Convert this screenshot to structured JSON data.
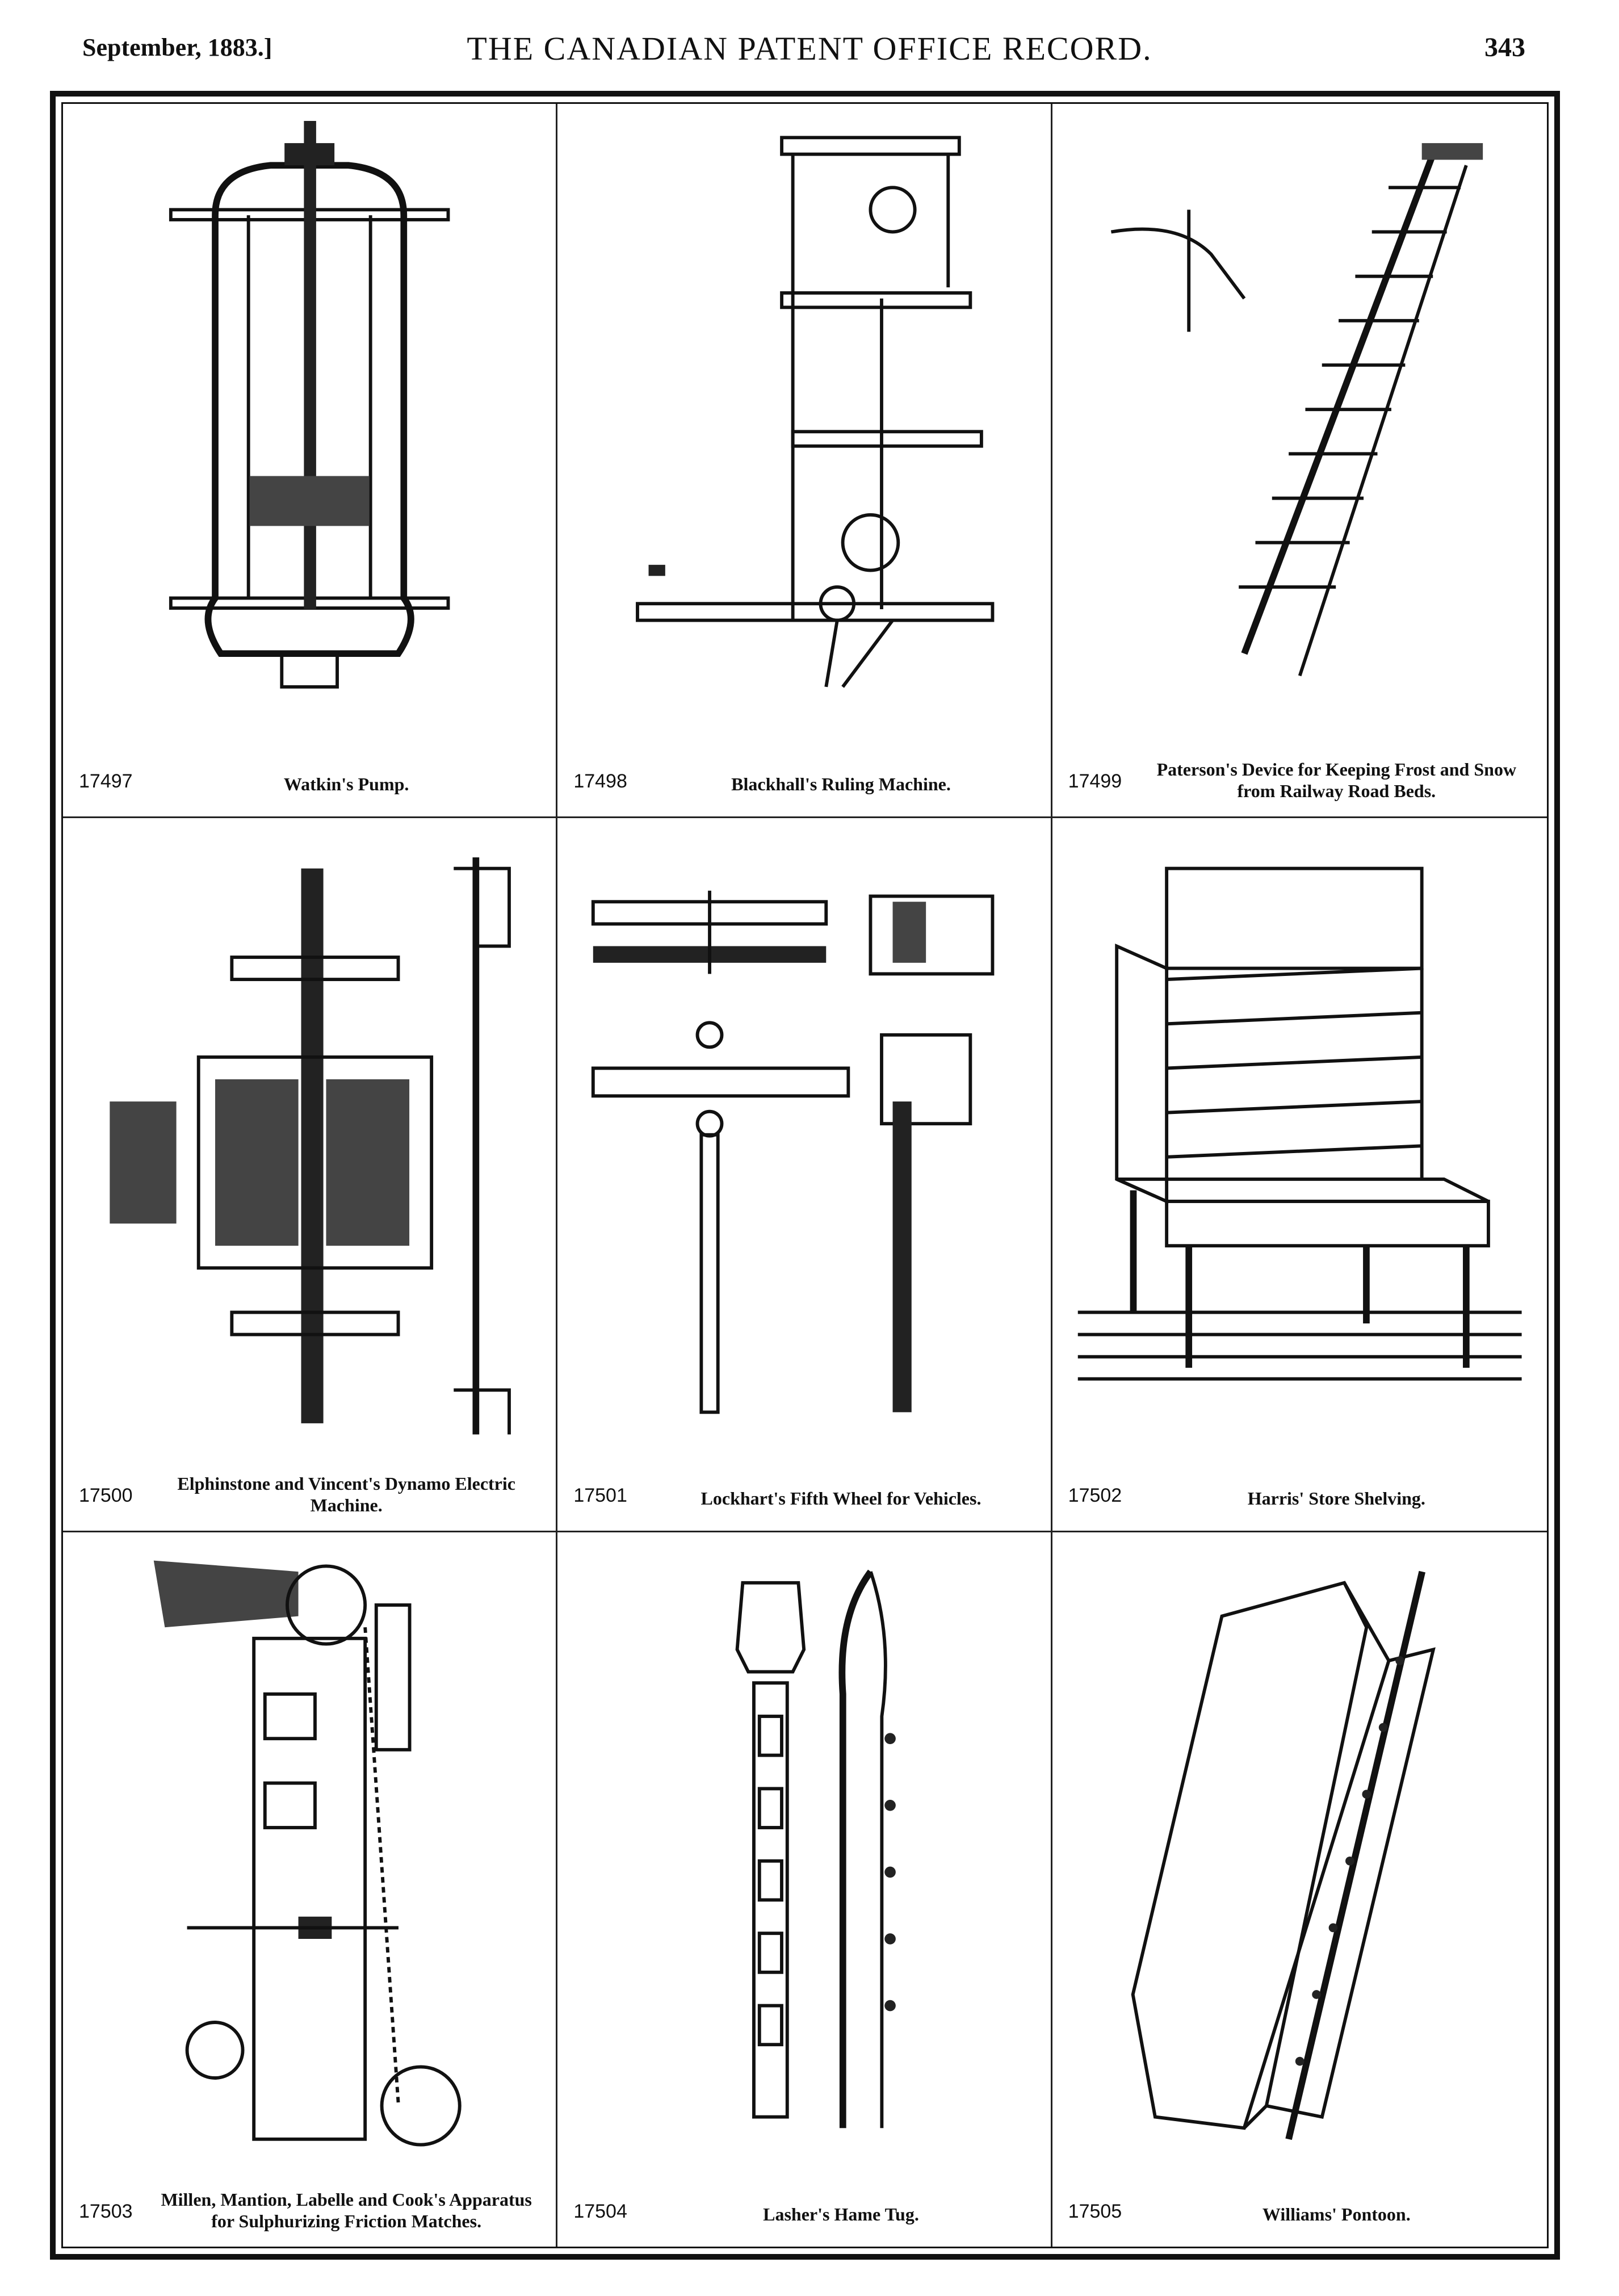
{
  "header": {
    "date": "September, 1883.]",
    "title": "THE CANADIAN PATENT OFFICE RECORD.",
    "page": "343"
  },
  "figures": [
    {
      "number": "17497",
      "caption": "Watkin's Pump.",
      "icon": "pump-drawing"
    },
    {
      "number": "17498",
      "caption": "Blackhall's Ruling Machine.",
      "icon": "ruling-machine-drawing"
    },
    {
      "number": "17499",
      "caption": "Paterson's Device for Keeping Frost and Snow from Railway Road Beds.",
      "icon": "railway-frost-device-drawing"
    },
    {
      "number": "17500",
      "caption": "Elphinstone and Vincent's Dynamo Electric Machine.",
      "icon": "dynamo-drawing"
    },
    {
      "number": "17501",
      "caption": "Lockhart's Fifth Wheel for Vehicles.",
      "icon": "fifth-wheel-drawing"
    },
    {
      "number": "17502",
      "caption": "Harris' Store Shelving.",
      "icon": "store-shelving-drawing"
    },
    {
      "number": "17503",
      "caption": "Millen, Mantion, Labelle and Cook's Apparatus for Sulphurizing Friction Matches.",
      "icon": "match-apparatus-drawing"
    },
    {
      "number": "17504",
      "caption": "Lasher's Hame Tug.",
      "icon": "hame-tug-drawing"
    },
    {
      "number": "17505",
      "caption": "Williams' Pontoon.",
      "icon": "pontoon-drawing"
    }
  ]
}
